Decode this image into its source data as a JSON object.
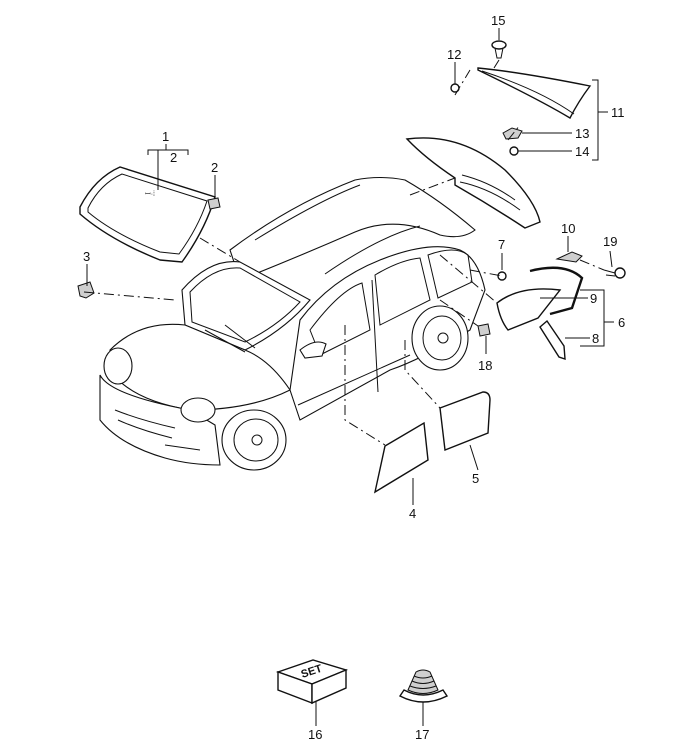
{
  "labels": {
    "c1": "1",
    "c2": "2",
    "c2b": "2",
    "c3": "3",
    "c4": "4",
    "c5": "5",
    "c6": "6",
    "c7": "7",
    "c8": "8",
    "c9": "9",
    "c10": "10",
    "c11": "11",
    "c12": "12",
    "c13": "13",
    "c14": "14",
    "c15": "15",
    "c16": "16",
    "c17": "17",
    "c18": "18",
    "c19": "19"
  },
  "set_box_text": "SET",
  "colors": {
    "line": "#111111",
    "background": "#ffffff",
    "shade": "#cfcfcf"
  }
}
